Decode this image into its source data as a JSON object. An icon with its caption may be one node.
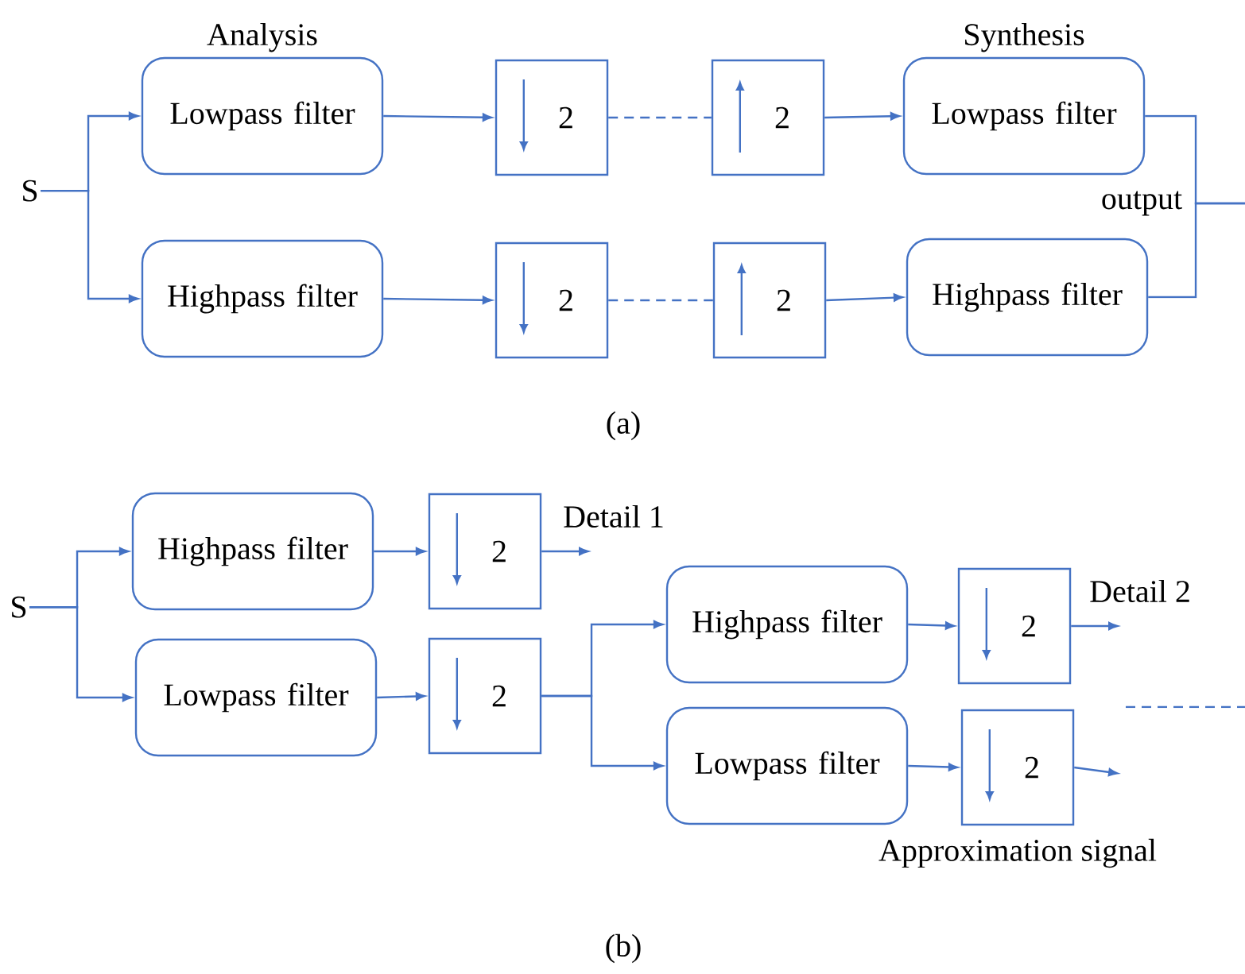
{
  "diagram": {
    "nodes": [
      {
        "text": [
          "S"
        ]
      },
      {
        "text": [
          "Analysis",
          "Lowpass filter"
        ]
      },
      {
        "text": [
          "Highpass filter"
        ]
      },
      {
        "text": [
          "2"
        ]
      },
      {
        "text": [
          "2"
        ]
      },
      {
        "text": [
          "2"
        ]
      },
      {
        "text": [
          "2"
        ]
      },
      {
        "text": [
          "Synthesis",
          "Lowpass filter"
        ]
      },
      {
        "text": [
          "Highpass filter"
        ]
      },
      {
        "text": [
          "S"
        ]
      },
      {
        "text": [
          "Highpass filter"
        ]
      },
      {
        "text": [
          "Lowpass filter"
        ]
      },
      {
        "text": [
          "2"
        ]
      },
      {
        "text": [
          "2"
        ]
      },
      {
        "text": [
          "Highpass filter"
        ]
      },
      {
        "text": [
          "Lowpass filter"
        ]
      },
      {
        "text": [
          "2"
        ]
      },
      {
        "text": [
          "2"
        ]
      }
    ],
    "edges": [
      {
        "from": 0,
        "to": 1,
        "arrow": "to"
      },
      {
        "from": 0,
        "to": 2,
        "arrow": "to"
      },
      {
        "from": 1,
        "to": 3,
        "arrow": "to"
      },
      {
        "from": 2,
        "to": 4,
        "arrow": "to"
      },
      {
        "from": 3,
        "to": 5,
        "arrow": "none",
        "style": "dashed"
      },
      {
        "from": 4,
        "to": 6,
        "arrow": "none",
        "style": "dashed"
      },
      {
        "from": 5,
        "to": 7,
        "arrow": "to"
      },
      {
        "from": 6,
        "to": 8,
        "arrow": "to"
      },
      {
        "from": 7,
        "to": null,
        "arrow": "none"
      },
      {
        "from": 8,
        "to": null,
        "arrow": "none"
      },
      {
        "from": 9,
        "to": 10,
        "arrow": "to"
      },
      {
        "from": 9,
        "to": 11,
        "arrow": "to"
      },
      {
        "from": 10,
        "to": 12,
        "arrow": "to"
      },
      {
        "from": 11,
        "to": 13,
        "arrow": "to"
      },
      {
        "from": 12,
        "to": null,
        "arrow": "to",
        "label": "Detail 1"
      },
      {
        "from": 13,
        "to": 14,
        "arrow": "to"
      },
      {
        "from": 13,
        "to": 15,
        "arrow": "to"
      },
      {
        "from": 14,
        "to": 16,
        "arrow": "to"
      },
      {
        "from": 15,
        "to": 17,
        "arrow": "to"
      },
      {
        "from": 16,
        "to": null,
        "arrow": "to",
        "label": "Detail 2"
      },
      {
        "from": 17,
        "to": null,
        "arrow": "to",
        "label": "Approximation signal"
      }
    ],
    "labels": [
      "output",
      "(a)",
      "(b)"
    ]
  }
}
